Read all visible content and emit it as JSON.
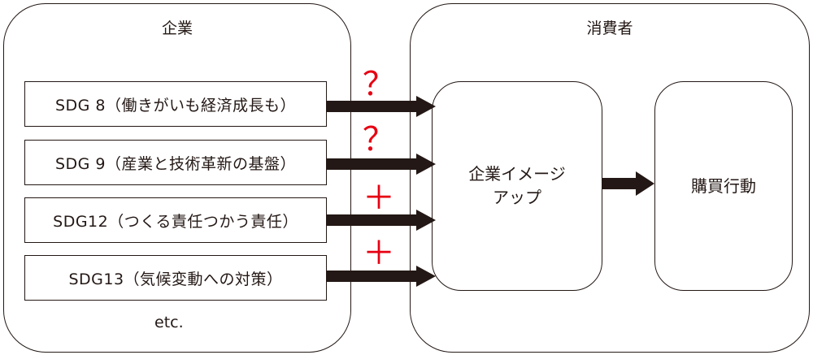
{
  "company": {
    "title": "企業",
    "sdgs": [
      {
        "label": "SDG 8（働きがいも経済成長も）",
        "effect": "？"
      },
      {
        "label": "SDG 9（産業と技術革新の基盤）",
        "effect": "？"
      },
      {
        "label": "SDG12（つくる責任つかう責任）",
        "effect": "＋"
      },
      {
        "label": "SDG13（気候変動への対策）",
        "effect": "＋"
      }
    ],
    "etc": "etc."
  },
  "consumer": {
    "title": "消費者",
    "image_up": {
      "line1": "企業イメージ",
      "line2": "アップ"
    },
    "purchase": "購買行動"
  },
  "colors": {
    "stroke": "#231815",
    "mark": "#e60012"
  }
}
